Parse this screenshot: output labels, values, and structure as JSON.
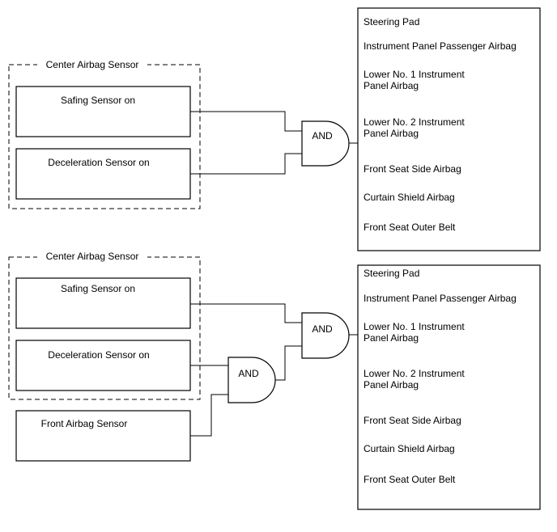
{
  "diagram1": {
    "group_label": "Center Airbag Sensor",
    "safing_label": "Safing Sensor on",
    "decel_label": "Deceleration Sensor on",
    "gate_label": "AND",
    "outputs": [
      "Steering Pad",
      "Instrument Panel Passenger Airbag",
      "Lower No. 1 Instrument",
      "Panel Airbag",
      "Lower No. 2 Instrument",
      "Panel Airbag",
      "Front Seat Side Airbag",
      "Curtain Shield Airbag",
      "Front Seat Outer Belt"
    ]
  },
  "diagram2": {
    "group_label": "Center Airbag Sensor",
    "safing_label": "Safing Sensor on",
    "decel_label": "Deceleration Sensor on",
    "front_label": "Front Airbag Sensor",
    "gate_inner_label": "AND",
    "gate_outer_label": "AND",
    "outputs": [
      "Steering Pad",
      "Instrument Panel Passenger Airbag",
      "Lower No. 1 Instrument",
      "Panel Airbag",
      "Lower No. 2 Instrument",
      "Panel Airbag",
      "Front Seat Side Airbag",
      "Curtain Shield Airbag",
      "Front Seat Outer Belt"
    ]
  }
}
